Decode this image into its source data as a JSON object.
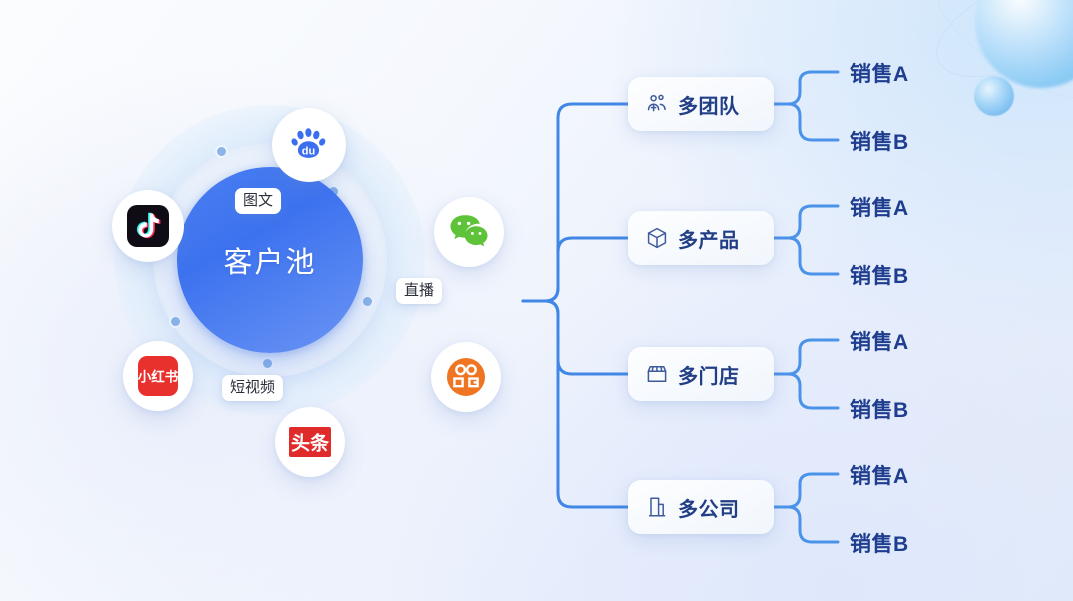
{
  "center": {
    "label": "客户池",
    "core_color": "#3d72ef"
  },
  "channel_chips": [
    {
      "label": "图文"
    },
    {
      "label": "直播"
    },
    {
      "label": "短视频"
    }
  ],
  "platforms": [
    {
      "name": "baidu-logo",
      "label": "百度",
      "color": "#3b6ff0"
    },
    {
      "name": "douyin-logo",
      "label": "抖音",
      "color": "#111018"
    },
    {
      "name": "wechat-logo",
      "label": "微信",
      "color": "#4ebb3a"
    },
    {
      "name": "xiaohongshu-logo",
      "label": "小红书",
      "color": "#e8302c"
    },
    {
      "name": "kuaishou-logo",
      "label": "快手",
      "color": "#ef7523"
    },
    {
      "name": "toutiao-logo",
      "label": "头条",
      "color": "#e02b2b"
    }
  ],
  "branches": [
    {
      "icon": "team-icon",
      "label": "多团队",
      "leaves": [
        "销售A",
        "销售B"
      ]
    },
    {
      "icon": "package-icon",
      "label": "多产品",
      "leaves": [
        "销售A",
        "销售B"
      ]
    },
    {
      "icon": "store-icon",
      "label": "多门店",
      "leaves": [
        "销售A",
        "销售B"
      ]
    },
    {
      "icon": "building-icon",
      "label": "多公司",
      "leaves": [
        "销售A",
        "销售B"
      ]
    }
  ],
  "theme": {
    "wire_color": "#3f86e8",
    "wire_color_light": "#66aeee",
    "label_color": "#1e3d8f",
    "background": "#eef3fc"
  }
}
